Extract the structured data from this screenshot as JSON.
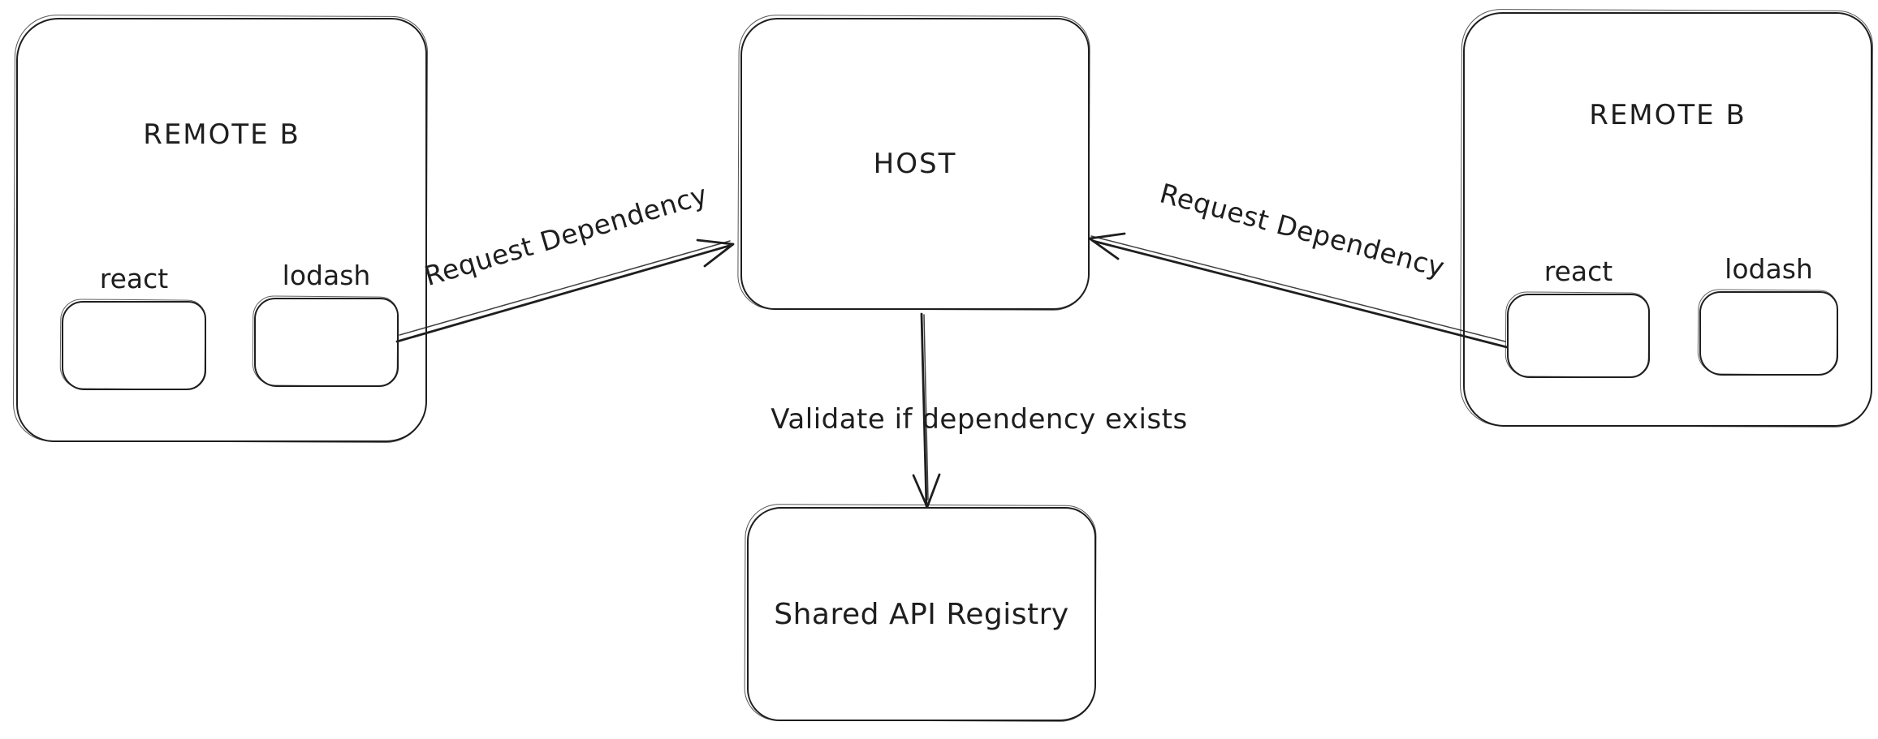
{
  "canvas": {
    "background": "#ffffff",
    "stroke": "#1e1e1e"
  },
  "nodes": {
    "remote_left": {
      "title": "REMOTE B",
      "modules": [
        {
          "label": "react"
        },
        {
          "label": "lodash"
        }
      ]
    },
    "host": {
      "title": "HOST"
    },
    "remote_right": {
      "title": "REMOTE B",
      "modules": [
        {
          "label": "react"
        },
        {
          "label": "lodash"
        }
      ]
    },
    "registry": {
      "title": "Shared API Registry"
    }
  },
  "edges": {
    "left_to_host": {
      "label": "Request Dependency"
    },
    "right_to_host": {
      "label": "Request Dependency"
    },
    "host_to_registry": {
      "label": "Validate if dependency exists"
    }
  }
}
